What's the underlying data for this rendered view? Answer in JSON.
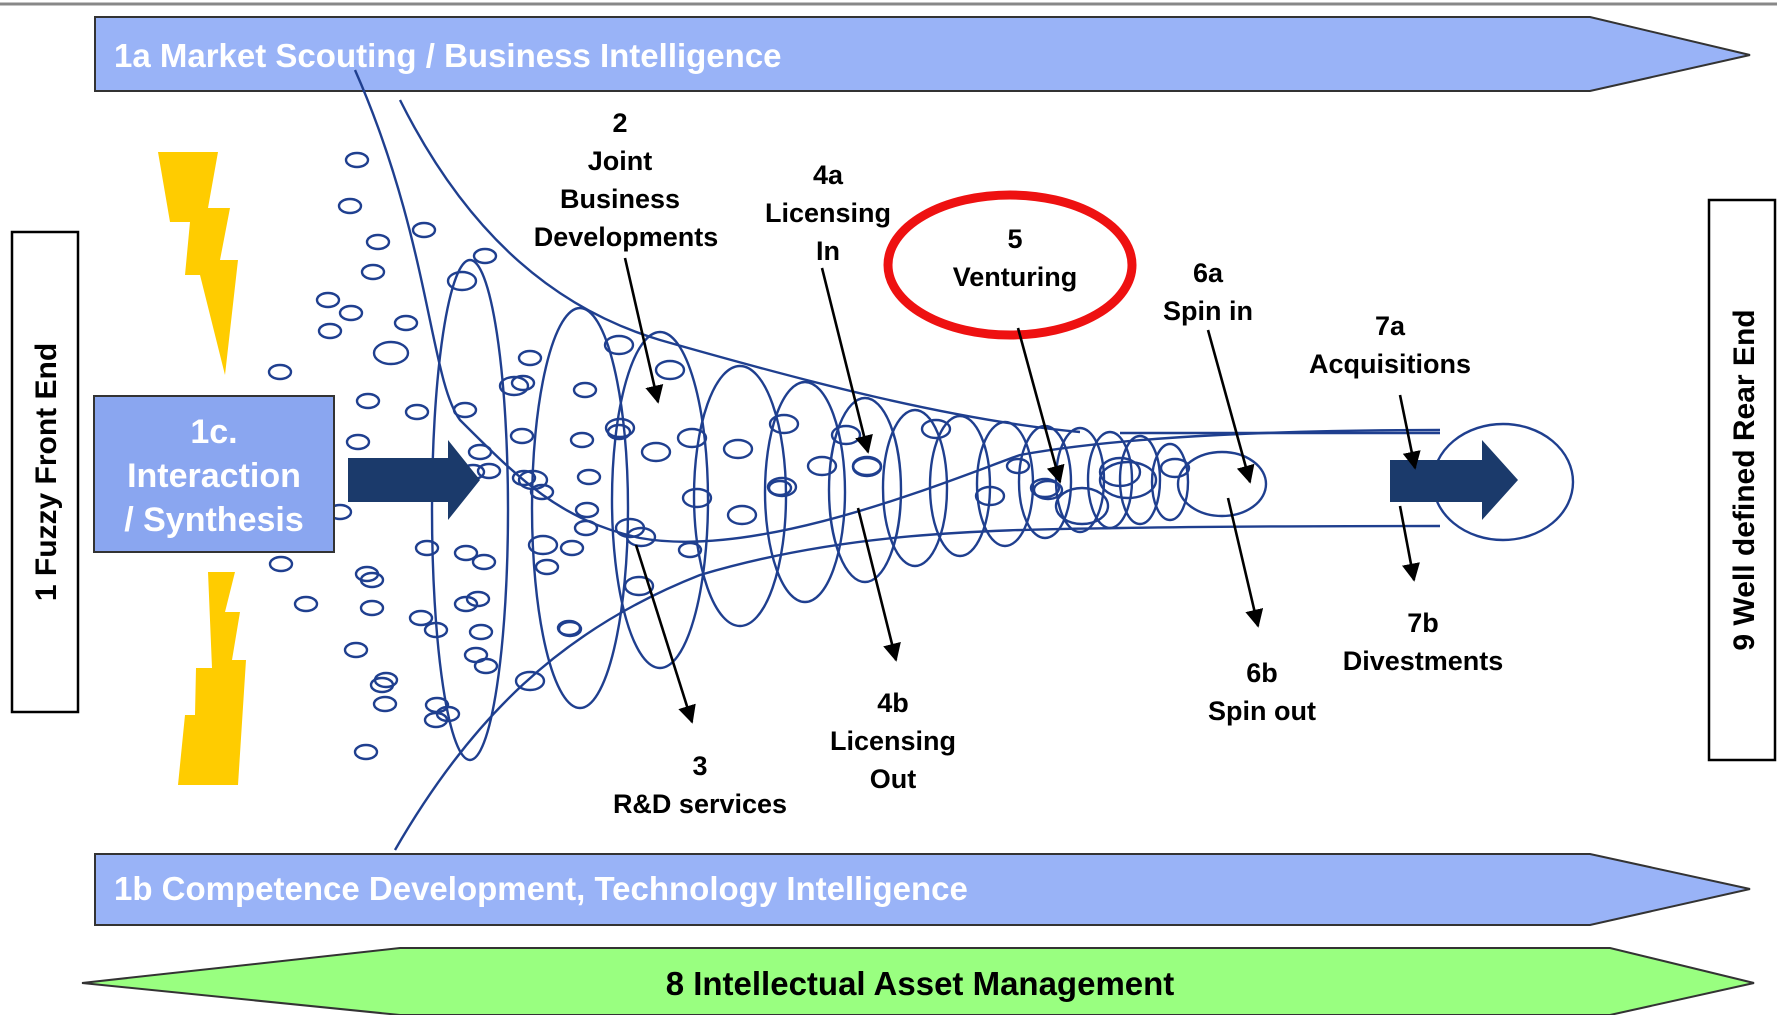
{
  "colors": {
    "banner_blue": "#99b3f7",
    "banner_green": "#99ff80",
    "box_blue": "#8aa6f0",
    "arrow_navy": "#1b3a6b",
    "funnel_stroke": "#1f3f8f",
    "lightning": "#ffcc00",
    "highlight_ring": "#ee1111"
  },
  "banners": {
    "top": "1a Market Scouting / Business Intelligence",
    "bottom": "1b Competence Development, Technology Intelligence",
    "asset": "8 Intellectual Asset Management"
  },
  "side": {
    "left": "1  Fuzzy Front End",
    "right": "9  Well defined Rear End"
  },
  "interaction_box": {
    "line1": "1c.",
    "line2": "Interaction",
    "line3": "/ Synthesis"
  },
  "labels": {
    "joint": [
      "2",
      "Joint",
      "Business",
      "Developments"
    ],
    "rnd": [
      "3",
      "R&D services"
    ],
    "lic_in": [
      "4a",
      "Licensing",
      "In"
    ],
    "lic_out": [
      "4b",
      "Licensing",
      "Out"
    ],
    "venturing": [
      "5",
      "Venturing"
    ],
    "spin_in": [
      "6a",
      "Spin in"
    ],
    "spin_out": [
      "6b",
      "Spin out"
    ],
    "acq": [
      "7a",
      "Acquisitions"
    ],
    "div": [
      "7b",
      "Divestments"
    ]
  },
  "icons": {
    "lightning_top": "lightning-bolt-icon",
    "lightning_bottom": "lightning-bolt-icon",
    "input_arrow": "right-arrow-icon",
    "output_arrow": "right-arrow-icon"
  }
}
